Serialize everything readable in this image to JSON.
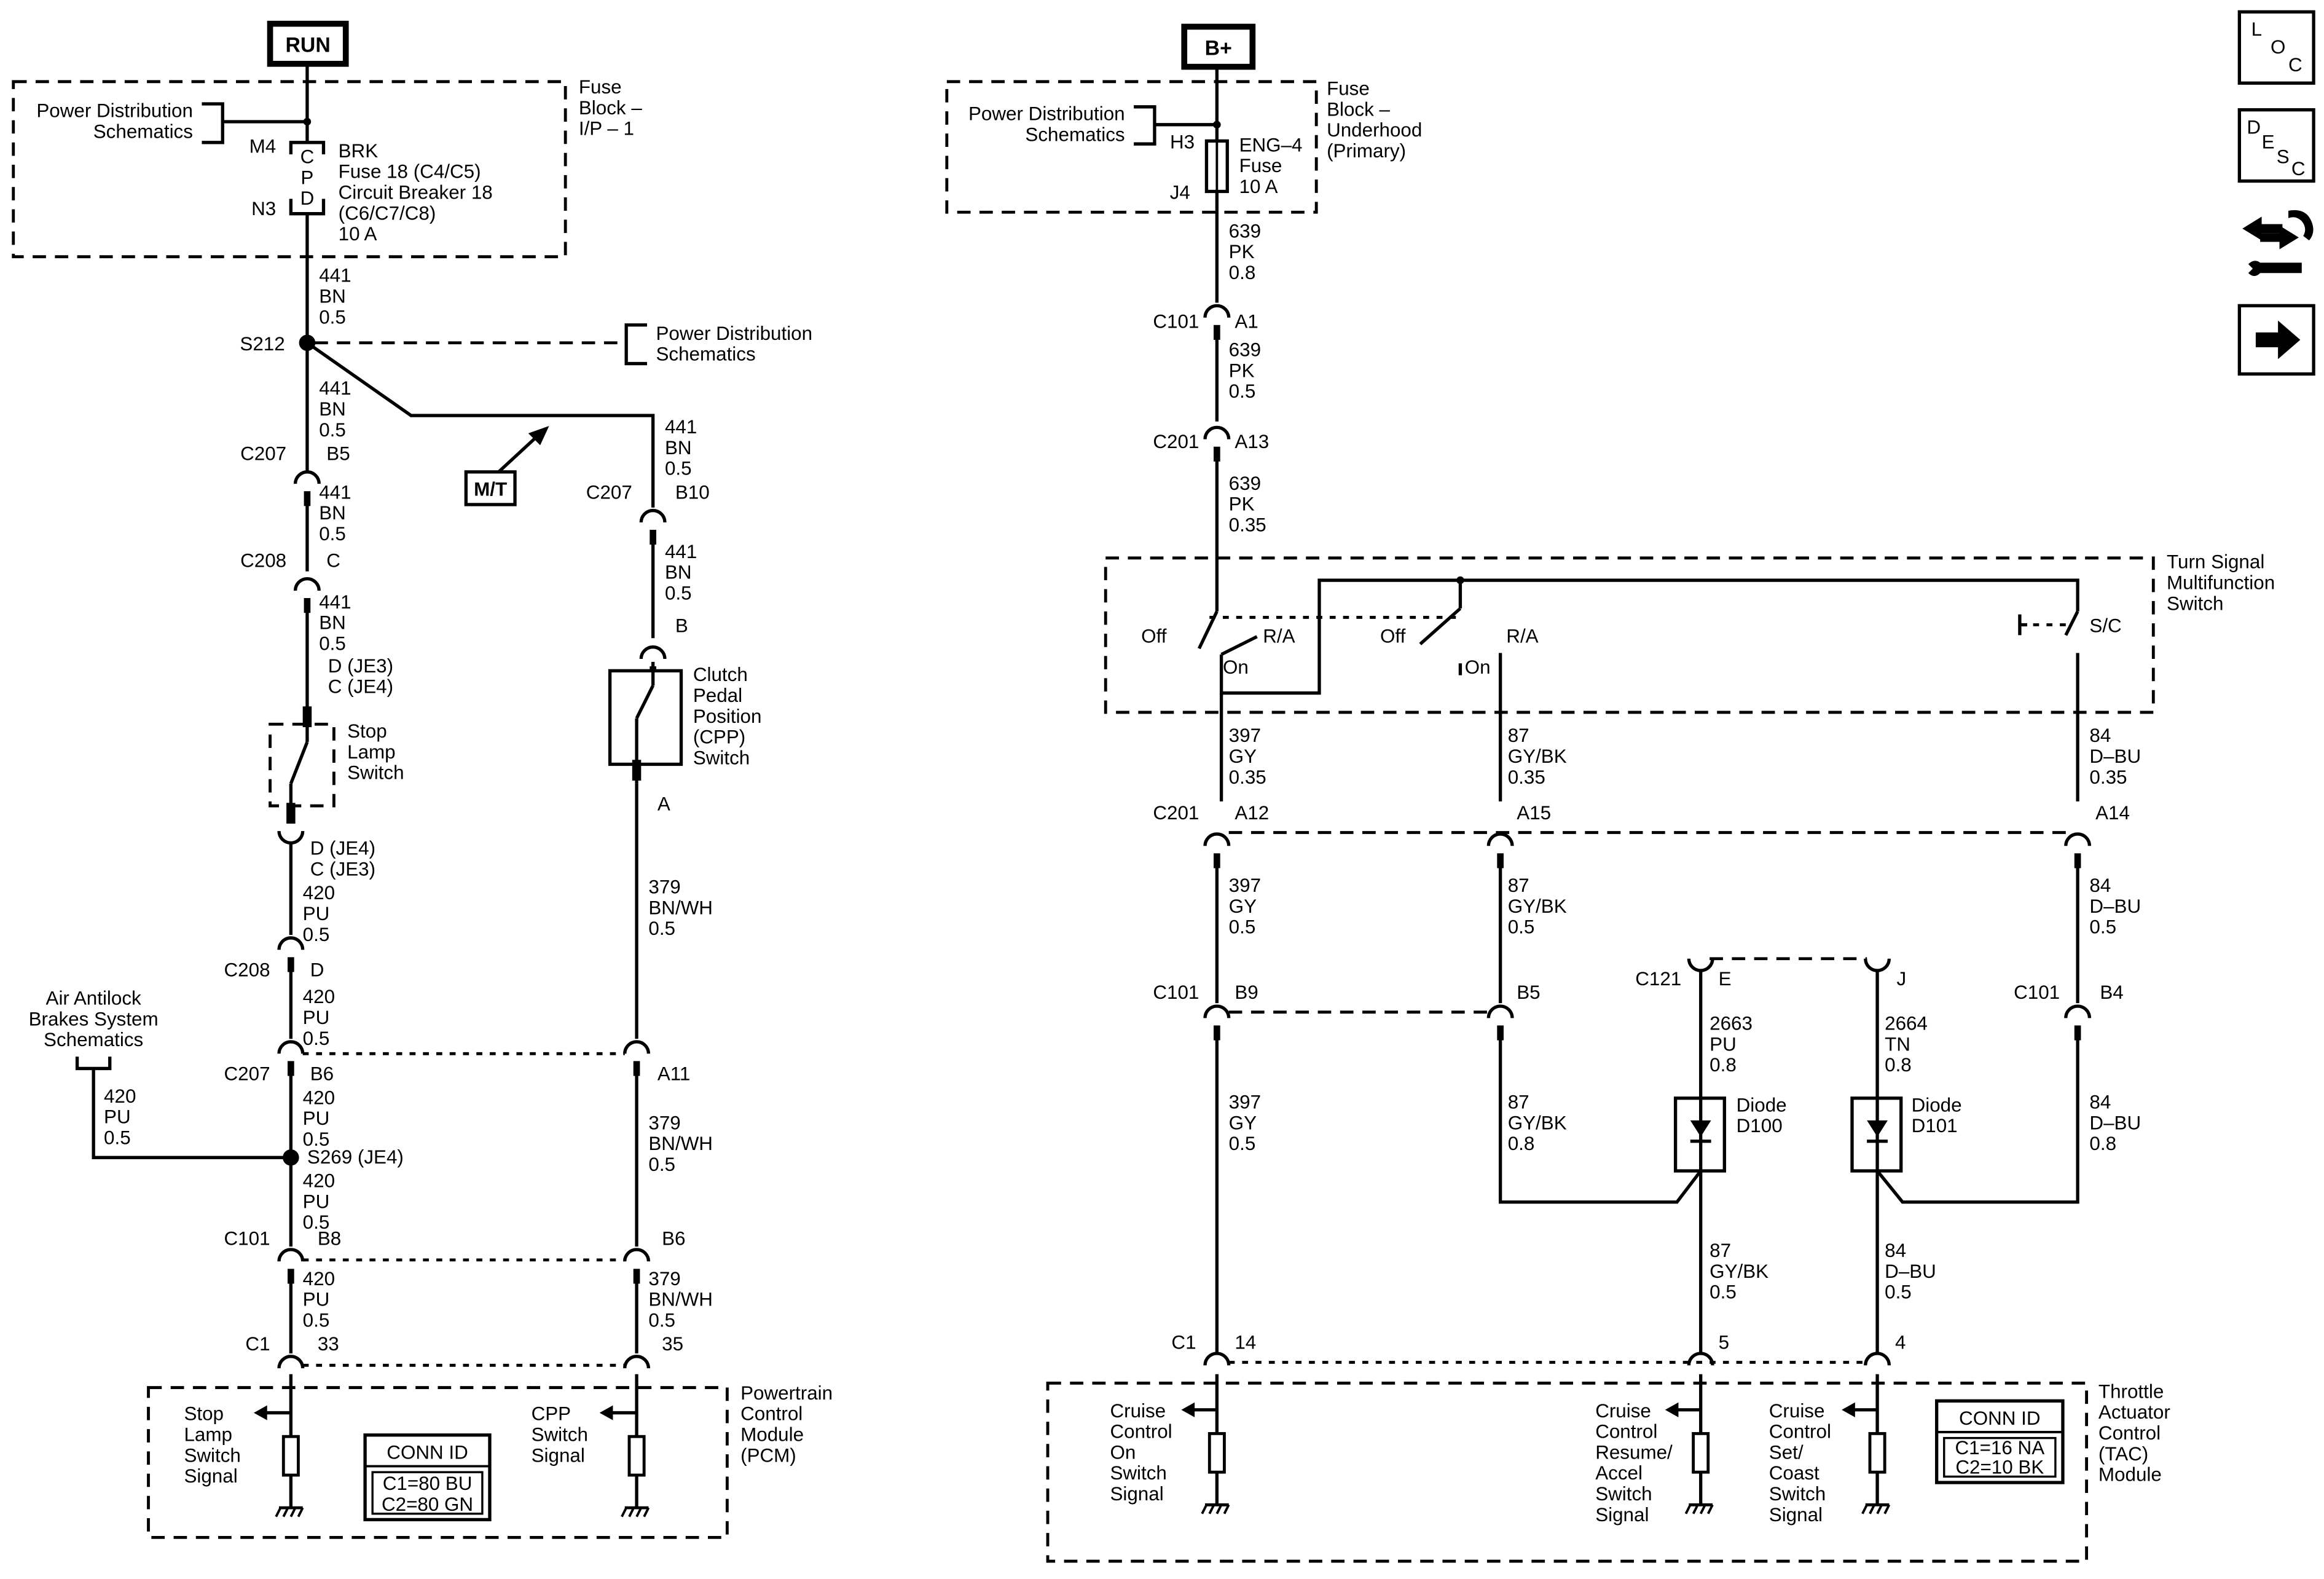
{
  "left": {
    "run_label": "RUN",
    "fuse_block": [
      "Fuse",
      "Block –",
      "I/P – 1"
    ],
    "pds_top": [
      "Power Distribution",
      "Schematics"
    ],
    "m4": "M4",
    "n3": "N3",
    "cpd": [
      "C",
      "P",
      "D"
    ],
    "brk_lines": [
      "BRK",
      "Fuse 18 (C4/C5)",
      "Circuit Breaker 18",
      "(C6/C7/C8)",
      "10 A"
    ],
    "w441_a": [
      "441",
      "BN",
      "0.5"
    ],
    "s212": "S212",
    "pds_right": [
      "Power Distribution",
      "Schematics"
    ],
    "w441_b": [
      "441",
      "BN",
      "0.5"
    ],
    "w441_r1": [
      "441",
      "BN",
      "0.5"
    ],
    "mt": "M/T",
    "c207_left": "C207",
    "b5": "B5",
    "c207_right": "C207",
    "b10": "B10",
    "w441_c": [
      "441",
      "BN",
      "0.5"
    ],
    "w441_r2": [
      "441",
      "BN",
      "0.5"
    ],
    "c208_a": "C208",
    "c_pin": "C",
    "b_pin": "B",
    "w441_d": [
      "441",
      "BN",
      "0.5",
      "D (JE3)",
      "C (JE4)"
    ],
    "stop_lamp_switch": [
      "Stop",
      "Lamp",
      "Switch"
    ],
    "cpp_switch": [
      "Clutch",
      "Pedal",
      "Position",
      "(CPP)",
      "Switch"
    ],
    "a_pin": "A",
    "w420_a": [
      "D (JE4)",
      "C (JE3)",
      "420",
      "PU",
      "0.5"
    ],
    "w379_a": [
      "379",
      "BN/WH",
      "0.5"
    ],
    "c208_b": "C208",
    "d_pin": "D",
    "w420_b": [
      "420",
      "PU",
      "0.5"
    ],
    "abs": [
      "Air Antilock",
      "Brakes System",
      "Schematics"
    ],
    "c207_b": "C207",
    "b6": "B6",
    "a11": "A11",
    "w420_c": [
      "420",
      "PU",
      "0.5"
    ],
    "w420_abs": [
      "420",
      "PU",
      "0.5"
    ],
    "s269": "S269 (JE4)",
    "w379_b": [
      "379",
      "BN/WH",
      "0.5"
    ],
    "w420_d": [
      "420",
      "PU",
      "0.5"
    ],
    "c101": "C101",
    "b8": "B8",
    "b6r": "B6",
    "w420_e": [
      "420",
      "PU",
      "0.5"
    ],
    "w379_c": [
      "379",
      "BN/WH",
      "0.5"
    ],
    "c1": "C1",
    "p33": "33",
    "p35": "35",
    "pcm": [
      "Powertrain",
      "Control",
      "Module",
      "(PCM)"
    ],
    "stop_signal": [
      "Stop",
      "Lamp",
      "Switch",
      "Signal"
    ],
    "cpp_signal": [
      "CPP",
      "Switch",
      "Signal"
    ],
    "conn_id": [
      "CONN ID",
      "C1=80 BU",
      "C2=80 GN"
    ]
  },
  "right": {
    "bplus_label": "B+",
    "fuse_block": [
      "Fuse",
      "Block –",
      "Underhood",
      "(Primary)"
    ],
    "pds": [
      "Power Distribution",
      "Schematics"
    ],
    "h3": "H3",
    "j4": "J4",
    "fuse_text": [
      "ENG–4",
      "Fuse",
      "10 A"
    ],
    "w639_a": [
      "639",
      "PK",
      "0.8"
    ],
    "c101": "C101",
    "a1": "A1",
    "w639_b": [
      "639",
      "PK",
      "0.5"
    ],
    "c201": "C201",
    "a13": "A13",
    "w639_c": [
      "639",
      "PK",
      "0.35"
    ],
    "tsm": [
      "Turn Signal",
      "Multifunction",
      "Switch"
    ],
    "off1": "Off",
    "ra1": "R/A",
    "on1": "On",
    "off2": "Off",
    "ra2": "R/A",
    "on2": "On",
    "sc": "S/C",
    "w397_a": [
      "397",
      "GY",
      "0.35"
    ],
    "w87_a": [
      "87",
      "GY/BK",
      "0.35"
    ],
    "w84_a": [
      "84",
      "D–BU",
      "0.35"
    ],
    "c201_b": "C201",
    "a12": "A12",
    "a15": "A15",
    "a14": "A14",
    "w397_b": [
      "397",
      "GY",
      "0.5"
    ],
    "w87_b": [
      "87",
      "GY/BK",
      "0.5"
    ],
    "w84_b": [
      "84",
      "D–BU",
      "0.5"
    ],
    "c101_b": "C101",
    "b9": "B9",
    "b5": "B5",
    "c121": "C121",
    "e_pin": "E",
    "j_pin": "J",
    "c101_c": "C101",
    "b4": "B4",
    "w2663": [
      "2663",
      "PU",
      "0.8"
    ],
    "w2664": [
      "2664",
      "TN",
      "0.8"
    ],
    "w397_c": [
      "397",
      "GY",
      "0.5"
    ],
    "w87_c": [
      "87",
      "GY/BK",
      "0.8"
    ],
    "w84_c": [
      "84",
      "D–BU",
      "0.8"
    ],
    "diode1": [
      "Diode",
      "D100"
    ],
    "diode2": [
      "Diode",
      "D101"
    ],
    "w87_d": [
      "87",
      "GY/BK",
      "0.5"
    ],
    "w84_d": [
      "84",
      "D–BU",
      "0.5"
    ],
    "c1": "C1",
    "p14": "14",
    "p5": "5",
    "p4": "4",
    "tac": [
      "Throttle",
      "Actuator",
      "Control",
      "(TAC)",
      "Module"
    ],
    "sig_on": [
      "Cruise",
      "Control",
      "On",
      "Switch",
      "Signal"
    ],
    "sig_resume": [
      "Cruise",
      "Control",
      "Resume/",
      "Accel",
      "Switch",
      "Signal"
    ],
    "sig_set": [
      "Cruise",
      "Control",
      "Set/",
      "Coast",
      "Switch",
      "Signal"
    ],
    "conn_id": [
      "CONN ID",
      "C1=16 NA",
      "C2=10 BK"
    ]
  },
  "nav": {
    "loc": [
      "L",
      "O",
      "C"
    ],
    "desc": [
      "D",
      "E",
      "S",
      "C"
    ],
    "icons": [
      "connector-tools-icon",
      "right-arrow-icon"
    ]
  }
}
